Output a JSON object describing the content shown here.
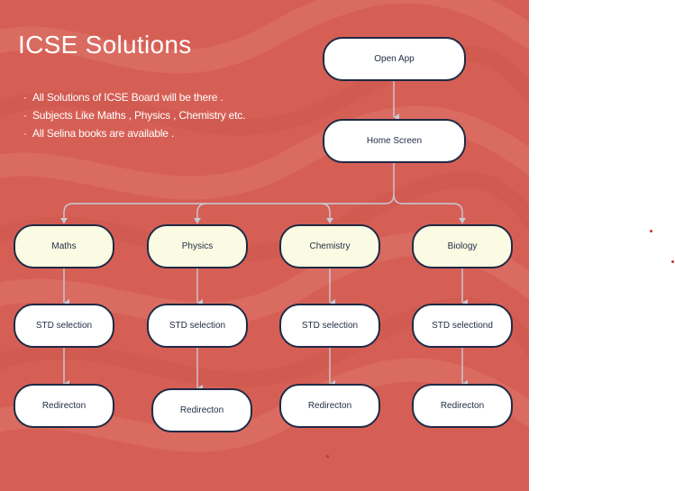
{
  "title": "ICSE Solutions",
  "bullets": [
    "All Solutions of ICSE Board will be there .",
    "Subjects Like Maths , Physics , Chemistry etc.",
    "All Selina books  are available ."
  ],
  "flow": {
    "open_app": "Open App",
    "home_screen": "Home Screen",
    "subjects": [
      {
        "name": "Maths",
        "std": "STD selection",
        "redirect": "Redirecton"
      },
      {
        "name": "Physics",
        "std": "STD selection",
        "redirect": "Redirecton"
      },
      {
        "name": "Chemistry",
        "std": "STD selection",
        "redirect": "Redirecton"
      },
      {
        "name": "Biology",
        "std": "STD selectiond",
        "redirect": "Redirecton"
      }
    ]
  },
  "colors": {
    "background": "#d65f55",
    "node_border": "#1f2a44",
    "subject_fill": "#fbfbe3",
    "connector": "#c7cbd6"
  }
}
